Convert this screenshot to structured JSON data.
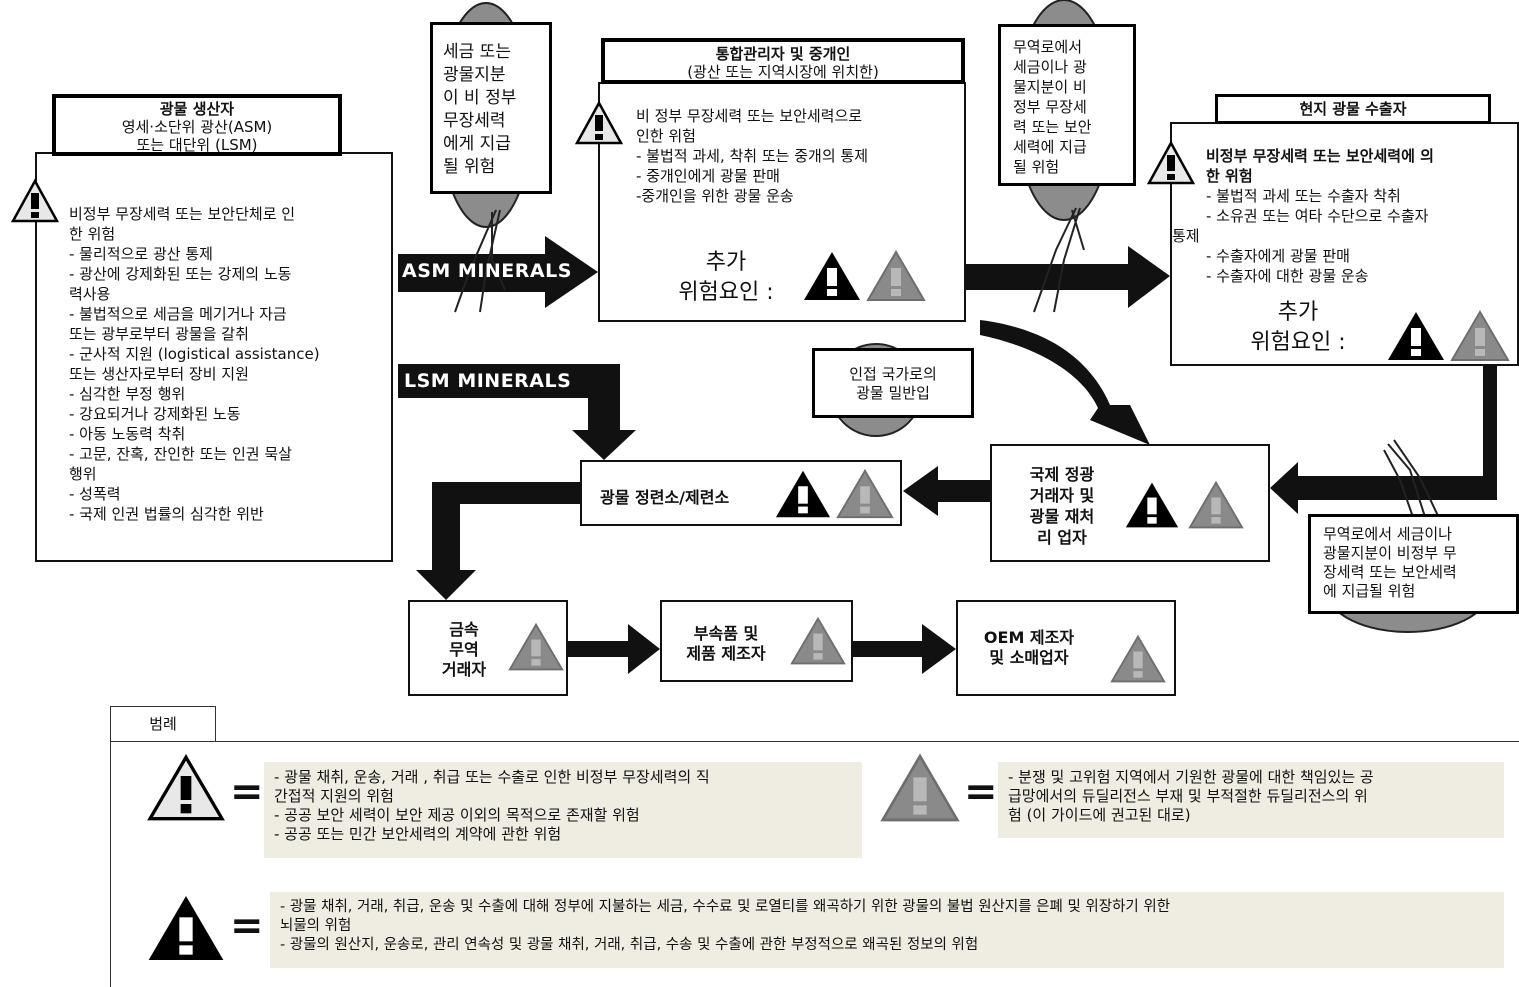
{
  "producer": {
    "title": "광물 생산자",
    "subtitle1": "영세·소단위 광산(ASM)",
    "subtitle2": "또는 대단위 (LSM)",
    "risks": [
      "비정부 무장세력 또는 보안단체로 인",
      "한 위험",
      "- 물리적으로 광산 통제",
      "- 광산에 강제화된 또는 강제의 노동",
      "력사용",
      "- 불법적으로 세금을 메기거나 자금",
      "또는 광부로부터 광물을 갈취",
      "- 군사적 지원 (logistical assistance)",
      "또는 생산자로부터 장비 지원",
      "- 심각한 부정 행위",
      "- 강요되거나 강제화된 노동",
      "- 아동 노동력 착취",
      "- 고문, 잔혹, 잔인한 또는 인권 묵살",
      "행위",
      "- 성폭력",
      "- 국제 인권 법률의 심각한 위반"
    ]
  },
  "tax_callout_1": {
    "lines": [
      "세금 또는",
      "광물지분",
      "이 비 정부",
      "무장세력",
      "에게 지급",
      "될 위험"
    ]
  },
  "intermediary": {
    "title": "통합관리자 및 중개인",
    "subtitle": "(광산 또는 지역시장에 위치한)",
    "risks": [
      "비 정부 무장세력 또는 보안세력으로",
      "인한 위험",
      "- 불법적 과세, 착취 또는 중개의 통제",
      "- 중개인에게 광물 판매",
      "-중개인을 위한 광물 운송"
    ],
    "additional_1": "추가",
    "additional_2": "위험요인 :"
  },
  "tax_callout_2": {
    "lines": [
      "무역로에서",
      "세금이나 광",
      "물지분이 비",
      "정부 무장세",
      "력 또는 보안",
      "세력에 지급",
      "될 위험"
    ]
  },
  "exporter": {
    "title": "현지 광물 수출자",
    "risks_bold": [
      "비정부 무장세력 또는 보안세력에 의",
      "한 위험"
    ],
    "risks": [
      "- 불법적 과세 또는 수출자 착취",
      "- 소유권 또는 여타 수단으로 수출자",
      "통제",
      "- 수출자에게 광물 판매",
      "- 수출자에 대한 광물 운송"
    ],
    "additional_1": "추가",
    "additional_2": "위험요인 :"
  },
  "arrows": {
    "asm": "ASM MINERALS",
    "lsm": "LSM MINERALS"
  },
  "smuggling": {
    "lines": [
      "인접 국가로의",
      "광물 밀반입"
    ]
  },
  "traders": {
    "lines": [
      "국제 정광",
      "거래자 및",
      "광물 재처",
      "리 업자"
    ]
  },
  "tax_callout_3": {
    "lines": [
      "무역로에서 세금이나",
      "광물지분이 비정부 무",
      "장세력 또는 보안세력",
      "에 지급될 위험"
    ]
  },
  "smelter": {
    "label": "광물 정련소/제련소"
  },
  "metal_traders": {
    "lines": [
      "금속",
      "무역",
      "거래자"
    ]
  },
  "component_mfr": {
    "lines": [
      "부속품 및",
      "제품 제조자"
    ]
  },
  "oem": {
    "lines": [
      "OEM 제조자",
      "및 소매업자"
    ]
  },
  "legend": {
    "tab": "범례",
    "outline_icon_text": [
      "- 광물 채취, 운송, 거래 , 취급 또는 수출로 인한 비정부 무장세력의 직",
      "간접적 지원의 위험",
      "- 공공 보안 세력이 보안 제공 이외의 목적으로 존재할 위험",
      "- 공공 또는 민간 보안세력의 계약에 관한 위험"
    ],
    "grey_icon_text": [
      "- 분쟁 및 고위험 지역에서 기원한 광물에 대한 책임있는 공",
      "급망에서의 듀딜리전스 부재 및 부적절한 듀딜리전스의 위",
      "험 (이 가이드에 권고된 대로)"
    ],
    "black_icon_text": [
      "- 광물 채취, 거래, 취급, 운송 및 수출에 대해 정부에 지불하는 세금, 수수료 및 로열티를 왜곡하기 위한 광물의 불법 원산지를 은폐 및 위장하기 위한",
      "뇌물의 위험",
      "- 광물의 원산지, 운송로, 관리 연속성 및 광물 채취, 거래, 취급, 수송 및 수출에 관한 부정적으로 왜곡된 정보의 위험"
    ],
    "equals": "="
  },
  "colors": {
    "grey_icon": "#8a8a8a",
    "legend_band": "#efece2",
    "black": "#000000"
  }
}
